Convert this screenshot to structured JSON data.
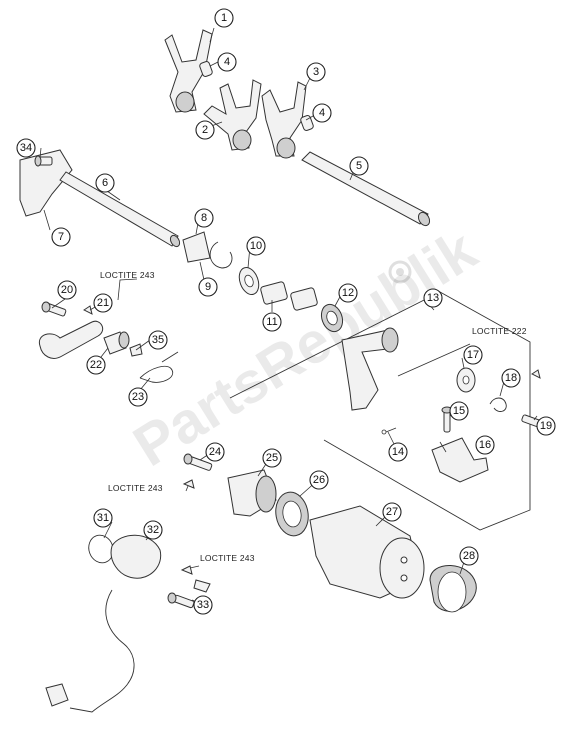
{
  "watermark": "PartsRepublik",
  "loctite": {
    "a": "LOCTITE 243",
    "b": "LOCTITE 222",
    "c": "LOCTITE 243",
    "d": "LOCTITE 243"
  },
  "callouts": {
    "n1": "1",
    "n2": "2",
    "n3": "3",
    "n4a": "4",
    "n4b": "4",
    "n5": "5",
    "n6": "6",
    "n7": "7",
    "n8": "8",
    "n9": "9",
    "n10": "10",
    "n11": "11",
    "n12": "12",
    "n13": "13",
    "n14": "14",
    "n15": "15",
    "n16": "16",
    "n17": "17",
    "n18": "18",
    "n19": "19",
    "n20": "20",
    "n21": "21",
    "n22": "22",
    "n23": "23",
    "n24": "24",
    "n25": "25",
    "n26": "26",
    "n27": "27",
    "n28": "28",
    "n31": "31",
    "n32": "32",
    "n33": "33",
    "n34": "34",
    "n35": "35"
  }
}
